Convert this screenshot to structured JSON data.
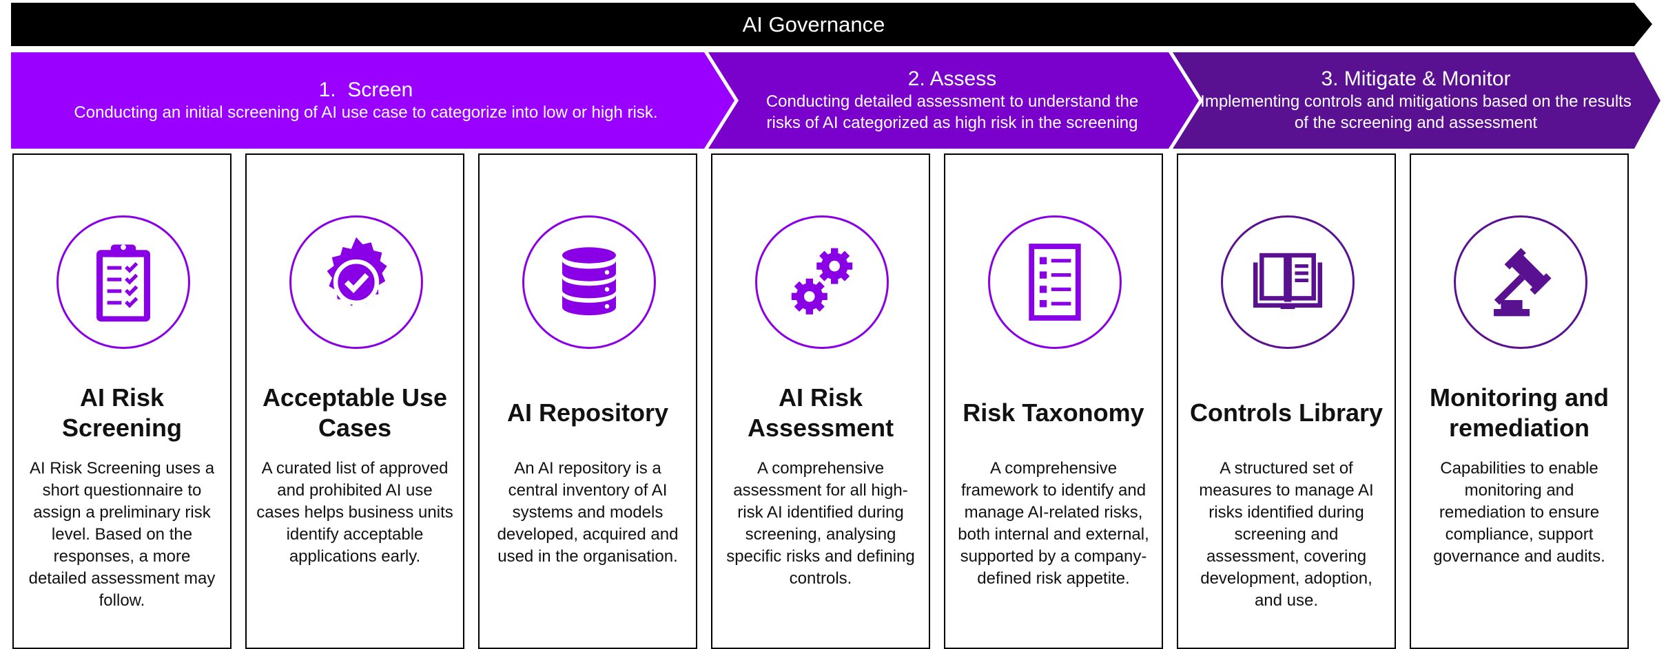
{
  "banner": {
    "title": "AI Governance"
  },
  "phases": [
    {
      "title": "1.  Screen",
      "description": "Conducting an initial screening of AI use case to categorize into low or high risk."
    },
    {
      "title": "2. Assess",
      "description": "Conducting detailed assessment to understand the risks of AI categorized as high risk in the screening"
    },
    {
      "title": "3. Mitigate & Monitor",
      "description": "Implementing controls and mitigations based on the results of the screening and assessment"
    }
  ],
  "colors": {
    "banner": "#000000",
    "phase_1": "#9900ff",
    "phase_2": "#7a00cc",
    "phase_3": "#5a1191",
    "icon_purple": "#8a00e6",
    "icon_dark_purple": "#5a1191"
  },
  "cards": [
    {
      "icon": "clipboard-checklist-icon",
      "title": "AI Risk Screening",
      "description": "AI Risk Screening uses a short questionnaire to assign a preliminary risk level. Based on the responses, a more detailed assessment may follow."
    },
    {
      "icon": "badge-check-icon",
      "title": "Acceptable Use Cases",
      "description": "A curated list of approved and prohibited AI use cases helps business units identify acceptable applications early."
    },
    {
      "icon": "database-icon",
      "title": "AI Repository",
      "description": "An AI repository is a central inventory of AI systems and models developed, acquired and used in the organisation."
    },
    {
      "icon": "gears-icon",
      "title": "AI Risk Assessment",
      "description": "A comprehensive assessment for all high-risk AI identified during screening, analysing specific risks and defining controls."
    },
    {
      "icon": "list-document-icon",
      "title": "Risk Taxonomy",
      "description": "A comprehensive framework to identify and manage AI-related risks, both internal and external, supported by a company-defined risk appetite."
    },
    {
      "icon": "open-book-icon",
      "title": "Controls Library",
      "description": "A structured set of measures to manage AI risks identified during screening and assessment, covering development, adoption, and use."
    },
    {
      "icon": "gavel-icon",
      "title": "Monitoring and remediation",
      "description": "Capabilities to enable monitoring and remediation to ensure compliance, support governance and audits."
    }
  ]
}
